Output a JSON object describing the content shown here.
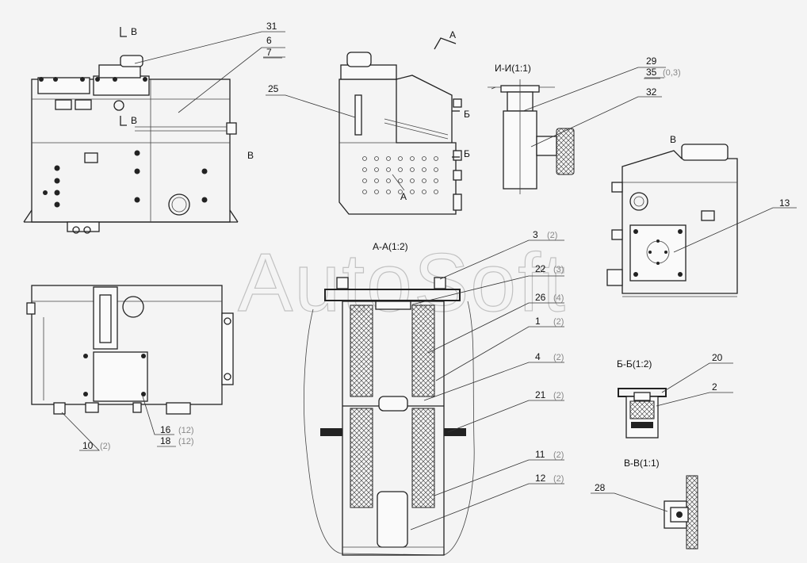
{
  "watermark": "AutoSoft",
  "view_letters": {
    "B_topleft": "B",
    "B_mid": "B",
    "B_right": "B",
    "A_top": "A",
    "A_mid": "A",
    "B_cyr_1": "Б",
    "B_cyr_2": "Б",
    "V_right": "В"
  },
  "section_titles": {
    "ii": "И-И(1:1)",
    "aa": "А-А(1:2)",
    "bb": "Б-Б(1:2)",
    "vv": "В-В(1:1)"
  },
  "callouts": {
    "c31": "31",
    "c6": "6",
    "c7": "7",
    "c25": "25",
    "c29": "29",
    "c35": "35",
    "c35q": "(0,3)",
    "c32": "32",
    "c13": "13",
    "c3": "3",
    "c3q": "(2)",
    "c22": "22",
    "c22q": "(3)",
    "c26": "26",
    "c26q": "(4)",
    "c1": "1",
    "c1q": "(2)",
    "c4": "4",
    "c4q": "(2)",
    "c21": "21",
    "c21q": "(2)",
    "c11": "11",
    "c11q": "(2)",
    "c12": "12",
    "c12q": "(2)",
    "c10": "10",
    "c10q": "(2)",
    "c16": "16",
    "c16q": "(12)",
    "c18": "18",
    "c18q": "(12)",
    "c20": "20",
    "c2": "2",
    "c28": "28"
  }
}
